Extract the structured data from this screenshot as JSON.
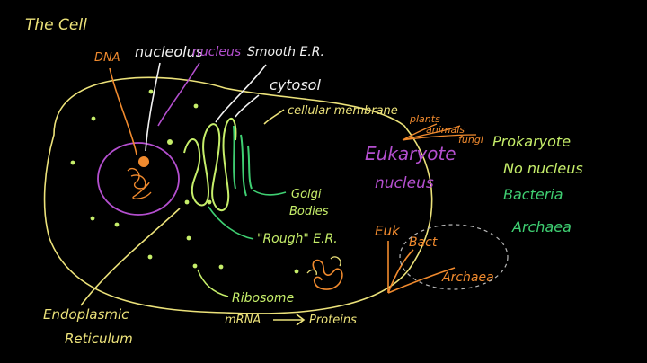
{
  "colors": {
    "background": "#000000",
    "white": "#f2f2f2",
    "yellow": "#ece27a",
    "lime": "#c6ee6a",
    "orange": "#f08a2e",
    "magenta": "#b44fcf",
    "green": "#3fcf72",
    "dashed": "#b9b9b9"
  },
  "title": "The Cell",
  "labels": {
    "dna": "DNA",
    "nucleolus": "nucleolus",
    "nucleus": "nucleus",
    "smooth_er": "Smooth E.R.",
    "cytosol": "cytosol",
    "cell_membrane": "cellular membrane",
    "golgi_line1": "Golgi",
    "golgi_line2": "Bodies",
    "rough_er": "\"Rough\" E.R.",
    "ribosome": "Ribosome",
    "mrna": "mRNA",
    "proteins": "Proteins",
    "er_line1": "Endoplasmic",
    "er_line2": "Reticulum"
  },
  "eukaryote": {
    "word": "Eukaryote",
    "nucleus": "nucleus",
    "branches": [
      "plants",
      "animals",
      "fungi"
    ]
  },
  "prokaryote": {
    "lines": [
      "Prokaryote",
      "No nucleus",
      "Bacteria",
      "Archaea"
    ]
  },
  "tree": {
    "euk": "Euk",
    "bact": "Bact",
    "archaea": "Archaea"
  }
}
